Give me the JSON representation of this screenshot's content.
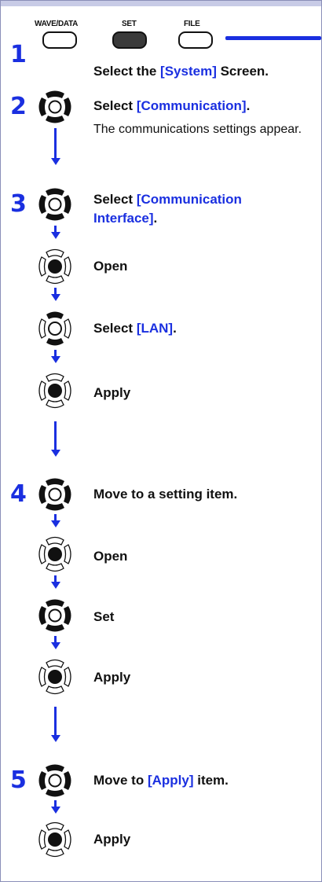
{
  "panel_keys": [
    "WAVE/DATA",
    "SET",
    "FILE"
  ],
  "steps": [
    {
      "num": "1",
      "actions": [
        {
          "parts": [
            {
              "text": "Select the ",
              "hl": false
            },
            {
              "text": "[System]",
              "hl": true
            },
            {
              "text": " Screen.",
              "hl": false
            }
          ]
        }
      ]
    },
    {
      "num": "2",
      "actions": [
        {
          "parts": [
            {
              "text": "Select ",
              "hl": false
            },
            {
              "text": "[Communication]",
              "hl": true
            },
            {
              "text": ".",
              "hl": false
            }
          ]
        }
      ],
      "description": "The communications settings appear."
    },
    {
      "num": "3",
      "actions": [
        {
          "parts": [
            {
              "text": "Select   ",
              "hl": false
            },
            {
              "text": "[Communication",
              "hl": true
            }
          ]
        },
        {
          "parts": [
            {
              "text": "Interface]",
              "hl": true
            },
            {
              "text": ".",
              "hl": false
            }
          ]
        },
        {
          "parts": [
            {
              "text": "Open",
              "hl": false
            }
          ]
        },
        {
          "parts": [
            {
              "text": "Select ",
              "hl": false
            },
            {
              "text": "[LAN]",
              "hl": true
            },
            {
              "text": ".",
              "hl": false
            }
          ]
        },
        {
          "parts": [
            {
              "text": "Apply",
              "hl": false
            }
          ]
        }
      ]
    },
    {
      "num": "4",
      "actions": [
        {
          "parts": [
            {
              "text": "Move to a setting item.",
              "hl": false
            }
          ]
        },
        {
          "parts": [
            {
              "text": "Open",
              "hl": false
            }
          ]
        },
        {
          "parts": [
            {
              "text": "Set",
              "hl": false
            }
          ]
        },
        {
          "parts": [
            {
              "text": "Apply",
              "hl": false
            }
          ]
        }
      ]
    },
    {
      "num": "5",
      "actions": [
        {
          "parts": [
            {
              "text": "Move to ",
              "hl": false
            },
            {
              "text": "[Apply]",
              "hl": true
            },
            {
              "text": " item.",
              "hl": false
            }
          ]
        },
        {
          "parts": [
            {
              "text": "Apply",
              "hl": false
            }
          ]
        }
      ]
    }
  ],
  "icons": [
    "key-pad-icon",
    "cursor-keys-left-right-icon",
    "enter-key-icon",
    "up-down-keys-icon"
  ],
  "colors": {
    "accent": "#1a2fe0",
    "frame": "#c8cbe6",
    "key_dark": "#3a3a3a"
  }
}
